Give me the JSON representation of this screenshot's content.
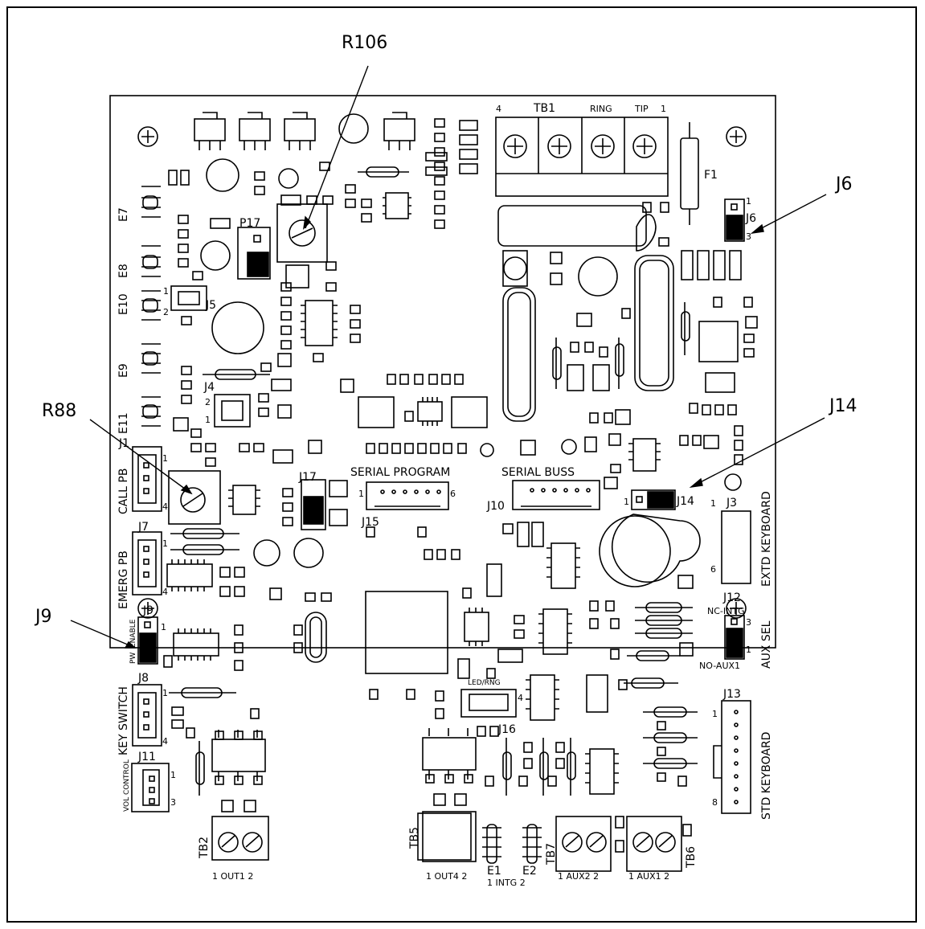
{
  "callouts": {
    "r106": "R106",
    "j6": "J6",
    "j14": "J14",
    "r88": "R88",
    "j9": "J9"
  },
  "labels": {
    "tb1": "TB1",
    "tb1_pin4": "4",
    "tb1_pin1": "1",
    "ring": "RING",
    "tip": "TIP",
    "f1": "F1",
    "j6_pin1": "1",
    "j6": "J6",
    "j6_pin3": "3",
    "e7": "E7",
    "e8": "E8",
    "e10": "E10",
    "e9": "E9",
    "e11": "E11",
    "p17": "P17",
    "j5": "J5",
    "j5_pin1": "1",
    "j5_pin2": "2",
    "j4": "J4",
    "j4_pin2": "2",
    "j4_pin1": "1",
    "j1": "J1",
    "call_pb": "CALL PB",
    "j1_pin1": "1",
    "j1_pin4": "4",
    "serial_program": "SERIAL PROGRAM",
    "serial_buss": "SERIAL BUSS",
    "j15": "J15",
    "j15_pin1": "1",
    "j15_pin6": "6",
    "j10": "J10",
    "j17": "J17",
    "j14": "J14",
    "j14_pin1": "1",
    "j3": "J3",
    "j3_pin1": "1",
    "j3_pin6": "6",
    "extd_keyboard": "EXTD KEYBOARD",
    "j7": "J7",
    "emerg_pb": "EMERG PB",
    "j7_pin1": "1",
    "j7_pin4": "4",
    "j9": "J9",
    "j9_enable": "ENABLE",
    "j9_pw": "PW",
    "j9_pin1": "1",
    "j12": "J12",
    "nc_intg": "NC-INTG",
    "no_aux1": "NO-AUX1",
    "aux_sel": "AUX SEL",
    "j12_pin3": "3",
    "j12_pin1": "1",
    "j8": "J8",
    "key_switch": "KEY SWITCH",
    "j8_pin1": "1",
    "j8_pin4": "4",
    "led_rng": "LED/RNG",
    "j16": "J16",
    "j16_pin4": "4",
    "j13": "J13",
    "j13_pin1": "1",
    "j13_pin8": "8",
    "std_keyboard": "STD KEYBOARD",
    "j11": "J11",
    "vol_control": "VOL CONTROL",
    "j11_pin1": "1",
    "j11_pin3": "3",
    "tb2": "TB2",
    "out1": "1 OUT1 2",
    "tb5": "TB5",
    "out4": "1 OUT4 2",
    "e1": "E1",
    "e2": "E2",
    "intg": "1  INTG 2",
    "tb7": "TB7",
    "aux2": "1 AUX2 2",
    "tb6": "TB6",
    "aux1": "1  AUX1 2"
  }
}
